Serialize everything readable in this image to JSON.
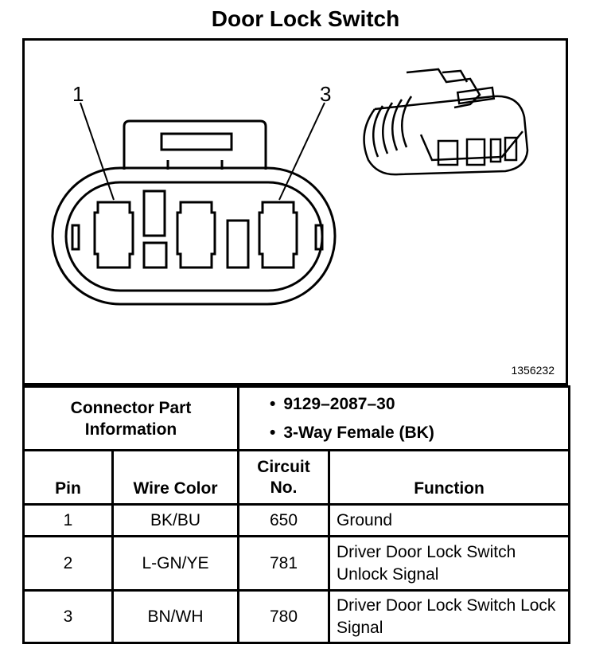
{
  "title": "Door Lock Switch",
  "figure": {
    "number": "1356232",
    "pin_callouts": [
      "1",
      "3"
    ]
  },
  "connector_info": {
    "label": "Connector Part Information",
    "details": [
      "9129–2087–30",
      "3-Way Female (BK)"
    ]
  },
  "table": {
    "headers": {
      "pin": "Pin",
      "wire_color": "Wire Color",
      "circuit_no": "Circuit No.",
      "function": "Function"
    },
    "rows": [
      {
        "pin": "1",
        "wire_color": "BK/BU",
        "circuit_no": "650",
        "function": "Ground"
      },
      {
        "pin": "2",
        "wire_color": "L-GN/YE",
        "circuit_no": "781",
        "function": "Driver Door Lock Switch Unlock Signal"
      },
      {
        "pin": "3",
        "wire_color": "BN/WH",
        "circuit_no": "780",
        "function": "Driver Door Lock Switch Lock Signal"
      }
    ]
  }
}
